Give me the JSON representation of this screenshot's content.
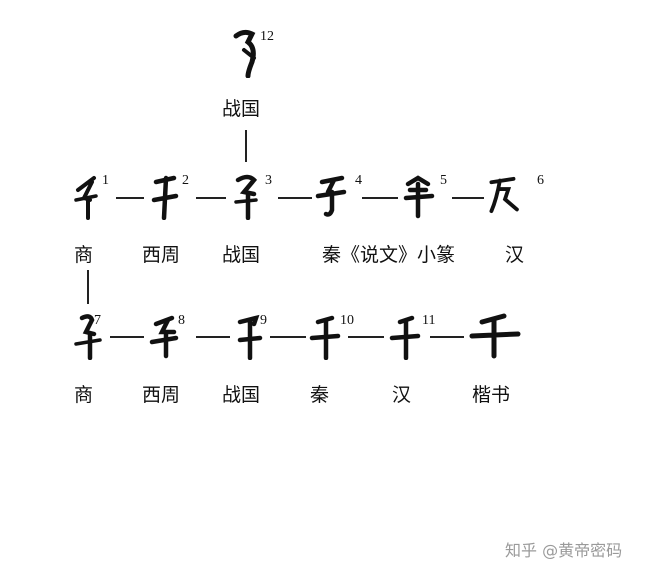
{
  "diagram": {
    "nodes": [
      {
        "number": "12",
        "period": "战国"
      },
      {
        "number": "1",
        "period": "商"
      },
      {
        "number": "2",
        "period": "西周"
      },
      {
        "number": "3",
        "period": "战国"
      },
      {
        "number": "4",
        "period": "秦《说文》小篆"
      },
      {
        "number": "5",
        "period": ""
      },
      {
        "number": "6",
        "period": "汉"
      },
      {
        "number": "7",
        "period": "商"
      },
      {
        "number": "8",
        "period": "西周"
      },
      {
        "number": "9",
        "period": "战国"
      },
      {
        "number": "10",
        "period": "秦"
      },
      {
        "number": "11",
        "period": "汉"
      },
      {
        "number": "",
        "period": "楷书"
      }
    ]
  },
  "watermark": {
    "text": "知乎 @黄帝密码"
  },
  "colors": {
    "ink": "#111111",
    "watermark": "#9a9a9a"
  }
}
